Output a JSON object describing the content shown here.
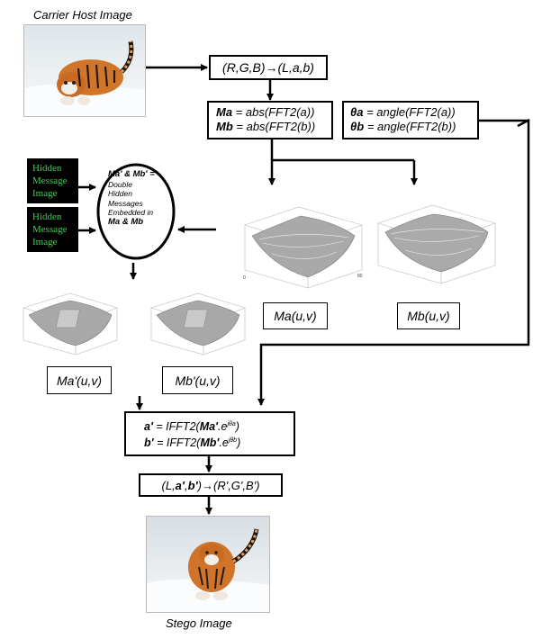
{
  "carrier": {
    "label": "Carrier Host Image"
  },
  "stego": {
    "label": "Stego Image"
  },
  "conv1": {
    "text": "(R,G,B)→(L,a,b)"
  },
  "mag": {
    "line1_var": "Ma",
    "line1_rest": " = abs(FFT2(a))",
    "line2_var": "Mb",
    "line2_rest": " = abs(FFT2(b))"
  },
  "phase": {
    "line1_var": "θa",
    "line1_rest": " = angle(FFT2(a))",
    "line2_var": "θb",
    "line2_rest": " = angle(FFT2(b))"
  },
  "hidden": [
    {
      "lines": [
        "Hidden",
        "Message",
        "Image"
      ]
    },
    {
      "lines": [
        "Hidden",
        "Message",
        "Image"
      ]
    }
  ],
  "embed": {
    "lines": [
      "Ma' & Mb' =",
      "Double",
      "Hidden",
      "Messages",
      "Embedded in",
      "Ma & Mb"
    ]
  },
  "plots": {
    "ma": "Ma(u,v)",
    "mb": "Mb(u,v)",
    "ma_prime": "Ma'(u,v)",
    "mb_prime": "Mb'(u,v)"
  },
  "ifft": {
    "l1_var": "a'",
    "l1_mid": " = IFFT2(",
    "l1_var2": "Ma'",
    "l1_exp": ".e",
    "l1_sup": "jθa",
    "l1_end": ")",
    "l2_var": "b'",
    "l2_mid": " = IFFT2(",
    "l2_var2": "Mb'",
    "l2_exp": ".e",
    "l2_sup": "jθb",
    "l2_end": ")"
  },
  "conv2": {
    "left": "(L,",
    "a": "a'",
    "comma": ", ",
    "b": "b'",
    "right": ")→(R',G',B')"
  }
}
